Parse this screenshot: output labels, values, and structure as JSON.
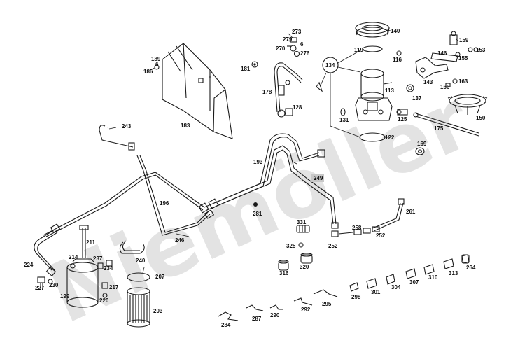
{
  "watermark": "Niemöller",
  "highlight_color": "#c8c8c8",
  "labels": [
    {
      "id": "l273",
      "text": "273"
    },
    {
      "id": "l279",
      "text": "279"
    },
    {
      "id": "l6",
      "text": "6"
    },
    {
      "id": "l270",
      "text": "270"
    },
    {
      "id": "l276",
      "text": "276"
    },
    {
      "id": "l140",
      "text": "140"
    },
    {
      "id": "l159",
      "text": "159"
    },
    {
      "id": "l119",
      "text": "119"
    },
    {
      "id": "l146",
      "text": "146"
    },
    {
      "id": "l153",
      "text": "153"
    },
    {
      "id": "l155",
      "text": "155"
    },
    {
      "id": "l189",
      "text": "189"
    },
    {
      "id": "l6b",
      "text": "6"
    },
    {
      "id": "l186",
      "text": "186"
    },
    {
      "id": "l181",
      "text": "181"
    },
    {
      "id": "l134",
      "text": "134"
    },
    {
      "id": "l116",
      "text": "116"
    },
    {
      "id": "l163",
      "text": "163"
    },
    {
      "id": "l166",
      "text": "166"
    },
    {
      "id": "l143",
      "text": "143"
    },
    {
      "id": "l113",
      "text": "113"
    },
    {
      "id": "l137",
      "text": "137"
    },
    {
      "id": "l178",
      "text": "178"
    },
    {
      "id": "l128",
      "text": "128"
    },
    {
      "id": "l131",
      "text": "131"
    },
    {
      "id": "l125",
      "text": "125"
    },
    {
      "id": "l150",
      "text": "150"
    },
    {
      "id": "l175",
      "text": "175"
    },
    {
      "id": "l183",
      "text": "183"
    },
    {
      "id": "l243",
      "text": "243"
    },
    {
      "id": "l122",
      "text": "122"
    },
    {
      "id": "l169",
      "text": "169"
    },
    {
      "id": "l193",
      "text": "193"
    },
    {
      "id": "l249",
      "text": "249"
    },
    {
      "id": "l196",
      "text": "196"
    },
    {
      "id": "l281",
      "text": "281"
    },
    {
      "id": "l261",
      "text": "261"
    },
    {
      "id": "l331",
      "text": "331"
    },
    {
      "id": "l258",
      "text": "258"
    },
    {
      "id": "l252a",
      "text": "252"
    },
    {
      "id": "l246",
      "text": "246"
    },
    {
      "id": "l211",
      "text": "211"
    },
    {
      "id": "l325",
      "text": "325"
    },
    {
      "id": "l252b",
      "text": "252"
    },
    {
      "id": "l214",
      "text": "214"
    },
    {
      "id": "l237",
      "text": "237"
    },
    {
      "id": "l234",
      "text": "234"
    },
    {
      "id": "l240",
      "text": "240"
    },
    {
      "id": "l224",
      "text": "224"
    },
    {
      "id": "l316",
      "text": "316"
    },
    {
      "id": "l320",
      "text": "320"
    },
    {
      "id": "l264",
      "text": "264"
    },
    {
      "id": "l207",
      "text": "207"
    },
    {
      "id": "l227",
      "text": "227"
    },
    {
      "id": "l230",
      "text": "230"
    },
    {
      "id": "l217",
      "text": "217"
    },
    {
      "id": "l313",
      "text": "313"
    },
    {
      "id": "l310",
      "text": "310"
    },
    {
      "id": "l307",
      "text": "307"
    },
    {
      "id": "l304",
      "text": "304"
    },
    {
      "id": "l301",
      "text": "301"
    },
    {
      "id": "l298",
      "text": "298"
    },
    {
      "id": "l199",
      "text": "199"
    },
    {
      "id": "l220",
      "text": "220"
    },
    {
      "id": "l295",
      "text": "295"
    },
    {
      "id": "l203",
      "text": "203"
    },
    {
      "id": "l292",
      "text": "292"
    },
    {
      "id": "l290",
      "text": "290"
    },
    {
      "id": "l287",
      "text": "287"
    },
    {
      "id": "l284",
      "text": "284"
    }
  ]
}
